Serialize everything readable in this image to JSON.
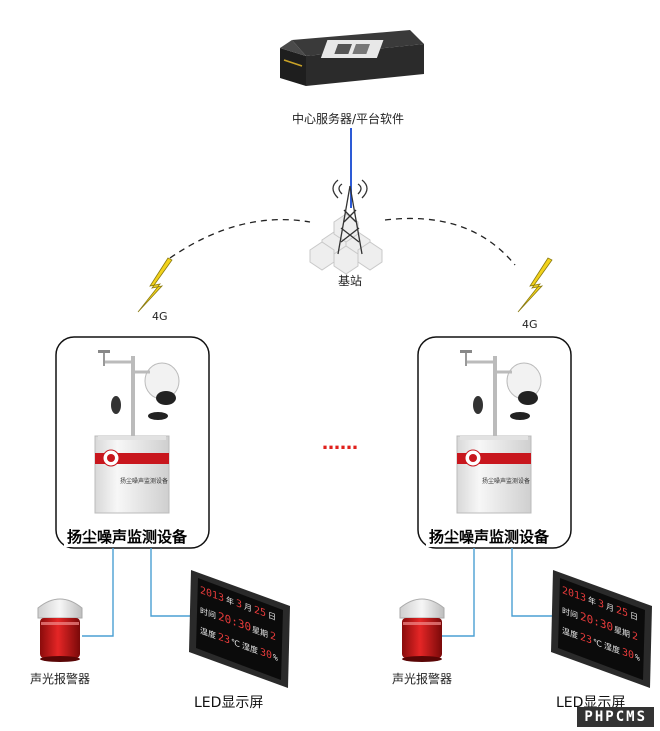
{
  "server": {
    "label": "中心服务器/平台软件"
  },
  "base_station": {
    "label": "基站"
  },
  "links": {
    "left_label": "4G",
    "right_label": "4G"
  },
  "ellipsis": "……",
  "devices": [
    {
      "title": "扬尘噪声监测设备",
      "box_label": "扬尘噪声监测设备",
      "alarm_label": "声光报警器",
      "led_label": "LED显示屏",
      "led": {
        "year": "2013",
        "year_unit": "年",
        "month": "3",
        "month_unit": "月",
        "day": "25",
        "day_unit": "日",
        "time_label": "时间",
        "time": "20:30",
        "week_label": "星期",
        "week": "2",
        "temp_label": "温度",
        "temp": "23",
        "temp_unit": "℃",
        "hum_label": "湿度",
        "hum": "30",
        "hum_unit": "%"
      }
    },
    {
      "title": "扬尘噪声监测设备",
      "box_label": "扬尘噪声监测设备",
      "alarm_label": "声光报警器",
      "led_label": "LED显示屏",
      "led": {
        "year": "2013",
        "year_unit": "年",
        "month": "3",
        "month_unit": "月",
        "day": "25",
        "day_unit": "日",
        "time_label": "时间",
        "time": "20:30",
        "week_label": "星期",
        "week": "2",
        "temp_label": "温度",
        "temp": "23",
        "temp_unit": "℃",
        "hum_label": "湿度",
        "hum": "30",
        "hum_unit": "%"
      }
    }
  ],
  "watermark": "PHPCMS",
  "colors": {
    "link_line": "#2d5bd6",
    "cable": "#4a9fd3",
    "lightning": "#f2d21b",
    "led_red": "#e83b3b",
    "band_red": "#c8161d",
    "dots": "#e0201c"
  }
}
